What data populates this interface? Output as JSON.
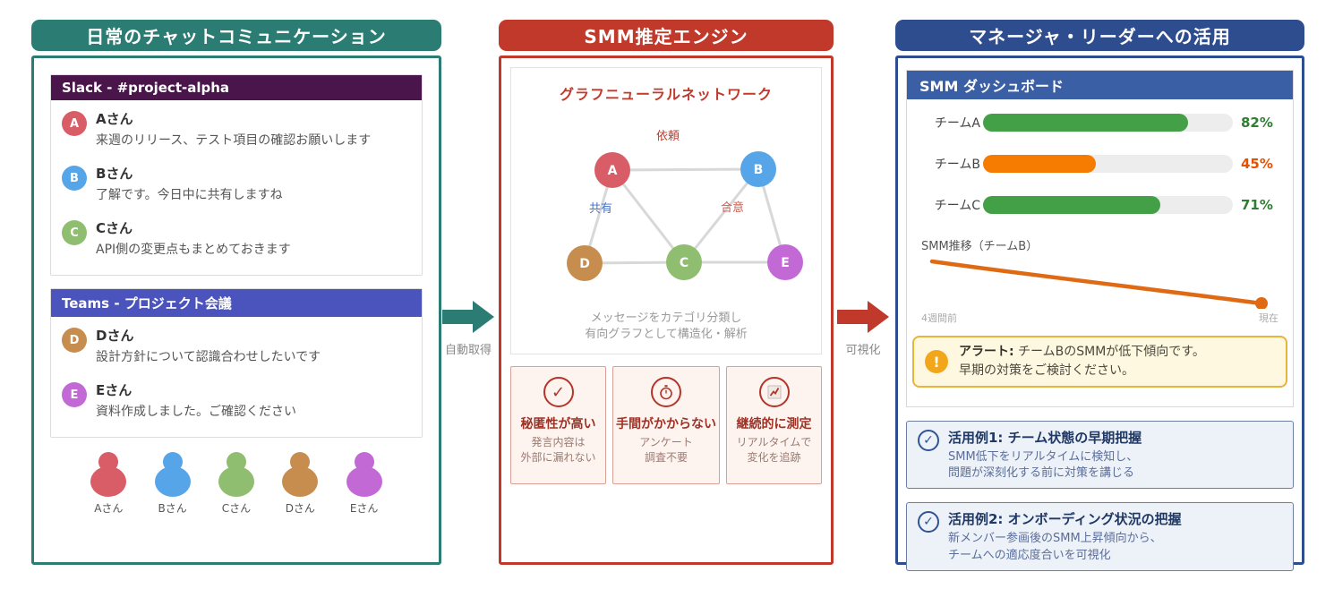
{
  "colors": {
    "left_accent": "#2b7c73",
    "engine_accent": "#c0392b",
    "usage_accent": "#2e4d8f",
    "slack_header": "#4a154b",
    "teams_header": "#4b53bc",
    "dashboard_header": "#3a5fa5",
    "alert_bg": "#fff8e1",
    "alert_border": "#e8b43a"
  },
  "left_panel": {
    "title": "日常のチャットコミュニケーション",
    "slack": {
      "header": "Slack - #project-alpha",
      "messages": [
        {
          "initial": "A",
          "name": "Aさん",
          "text": "来週のリリース、テスト項目の確認お願いします",
          "color": "#d95d67"
        },
        {
          "initial": "B",
          "name": "Bさん",
          "text": "了解です。今日中に共有しますね",
          "color": "#55a5e8"
        },
        {
          "initial": "C",
          "name": "Cさん",
          "text": "API側の変更点もまとめておきます",
          "color": "#8fbe70"
        }
      ]
    },
    "teams": {
      "header": "Teams - プロジェクト会議",
      "messages": [
        {
          "initial": "D",
          "name": "Dさん",
          "text": "設計方針について認識合わせしたいです",
          "color": "#c68d4f"
        },
        {
          "initial": "E",
          "name": "Eさん",
          "text": "資料作成しました。ご確認ください",
          "color": "#c269d6"
        }
      ]
    },
    "members": [
      {
        "label": "Aさん",
        "color": "#d95d67"
      },
      {
        "label": "Bさん",
        "color": "#55a5e8"
      },
      {
        "label": "Cさん",
        "color": "#8fbe70"
      },
      {
        "label": "Dさん",
        "color": "#c68d4f"
      },
      {
        "label": "Eさん",
        "color": "#c269d6"
      }
    ]
  },
  "engine_panel": {
    "title": "SMM推定エンジン",
    "gnn": {
      "title": "グラフニューラルネットワーク",
      "nodes": [
        {
          "label": "A",
          "color": "#d95d67"
        },
        {
          "label": "B",
          "color": "#55a5e8"
        },
        {
          "label": "C",
          "color": "#8fbe70"
        },
        {
          "label": "D",
          "color": "#c68d4f"
        },
        {
          "label": "E",
          "color": "#c269d6"
        }
      ],
      "edge_labels": [
        {
          "text": "依頼",
          "color": "#c0392b"
        },
        {
          "text": "共有",
          "color": "#4472c4"
        },
        {
          "text": "合意",
          "color": "#c65f54"
        }
      ],
      "caption1": "メッセージをカテゴリ分類し",
      "caption2": "有向グラフとして構造化・解析"
    },
    "features": [
      {
        "icon": "check-icon",
        "title": "秘匿性が高い",
        "desc1": "発言内容は",
        "desc2": "外部に漏れない"
      },
      {
        "icon": "stopwatch-icon",
        "title": "手間がかからない",
        "desc1": "アンケート",
        "desc2": "調査不要"
      },
      {
        "icon": "chart-icon",
        "title": "継続的に測定",
        "desc1": "リアルタイムで",
        "desc2": "変化を追跡"
      }
    ]
  },
  "usage_panel": {
    "title": "マネージャ・リーダーへの活用",
    "dashboard": {
      "header": "SMM ダッシュボード",
      "bars": [
        {
          "label": "チームA",
          "percent": 82,
          "display": "82%",
          "bar_color": "#43a047",
          "value_color": "#2e7d32"
        },
        {
          "label": "チームB",
          "percent": 45,
          "display": "45%",
          "bar_color": "#f57c00",
          "value_color": "#e65100"
        },
        {
          "label": "チームC",
          "percent": 71,
          "display": "71%",
          "bar_color": "#43a047",
          "value_color": "#2e7d32"
        }
      ],
      "trend": {
        "label": "SMM推移（チームB）",
        "x_left": "4週間前",
        "x_right": "現在",
        "line_color": "#e06a13",
        "direction": "declining"
      },
      "alert": {
        "title": "アラート:",
        "text1": "チームBのSMMが低下傾向です。",
        "text2": "早期の対策をご検討ください。"
      }
    },
    "usecases": [
      {
        "title": "活用例1: チーム状態の早期把握",
        "desc1": "SMM低下をリアルタイムに検知し、",
        "desc2": "問題が深刻化する前に対策を講じる"
      },
      {
        "title": "活用例2: オンボーディング状況の把握",
        "desc1": "新メンバー参画後のSMM上昇傾向から、",
        "desc2": "チームへの適応度合いを可視化"
      }
    ]
  },
  "connectors": [
    {
      "label": "自動取得",
      "color": "#2b7c73"
    },
    {
      "label": "可視化",
      "color": "#c0392b"
    }
  ],
  "chart_data": [
    {
      "type": "bar",
      "title": "SMM ダッシュボード",
      "categories": [
        "チームA",
        "チームB",
        "チームC"
      ],
      "values": [
        82,
        45,
        71
      ],
      "unit": "%",
      "ylim": [
        0,
        100
      ]
    },
    {
      "type": "line",
      "title": "SMM推移（チームB）",
      "x_labels": [
        "4週間前",
        "現在"
      ],
      "trend": "declining"
    }
  ]
}
